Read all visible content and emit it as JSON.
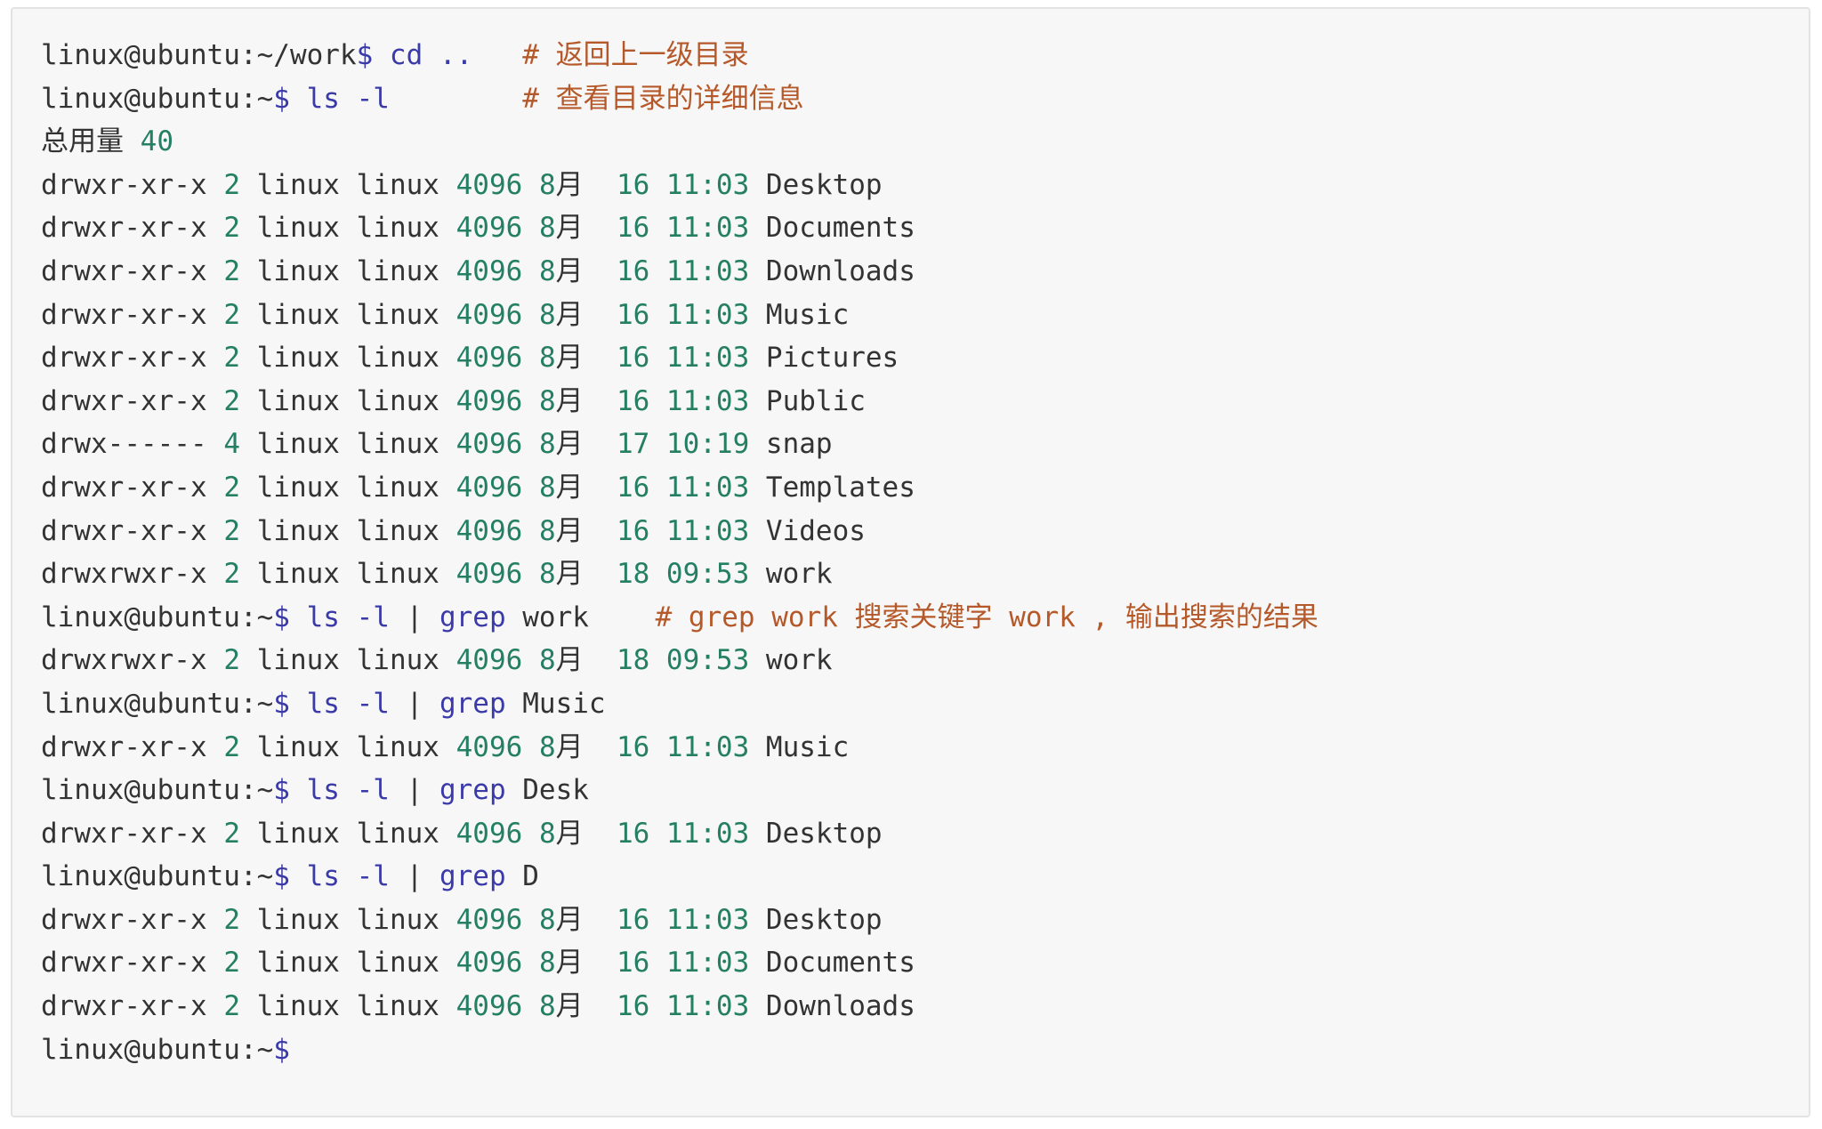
{
  "colors": {
    "background": "#f7f7f7",
    "border": "#e3e3e3",
    "text": "#333333",
    "command": "#3a3aa8",
    "number": "#247f63",
    "comment": "#b5592a"
  },
  "terminal": {
    "lines": [
      [
        {
          "t": "linux@ubuntu:~/work",
          "c": "prompt"
        },
        {
          "t": "$ cd ..",
          "c": "cmd"
        },
        {
          "t": "   ",
          "c": "plain"
        },
        {
          "t": "# 返回上一级目录",
          "c": "comment"
        }
      ],
      [
        {
          "t": "linux@ubuntu:~",
          "c": "prompt"
        },
        {
          "t": "$ ls -l",
          "c": "cmd"
        },
        {
          "t": "        ",
          "c": "plain"
        },
        {
          "t": "# 查看目录的详细信息",
          "c": "comment"
        }
      ],
      [
        {
          "t": "总用量 ",
          "c": "plain"
        },
        {
          "t": "40",
          "c": "num"
        }
      ],
      [
        {
          "t": "drwxr-xr-x ",
          "c": "plain"
        },
        {
          "t": "2",
          "c": "num"
        },
        {
          "t": " linux linux ",
          "c": "plain"
        },
        {
          "t": "4096 8",
          "c": "num"
        },
        {
          "t": "月  ",
          "c": "plain"
        },
        {
          "t": "16 11:03",
          "c": "num"
        },
        {
          "t": " Desktop",
          "c": "plain"
        }
      ],
      [
        {
          "t": "drwxr-xr-x ",
          "c": "plain"
        },
        {
          "t": "2",
          "c": "num"
        },
        {
          "t": " linux linux ",
          "c": "plain"
        },
        {
          "t": "4096 8",
          "c": "num"
        },
        {
          "t": "月  ",
          "c": "plain"
        },
        {
          "t": "16 11:03",
          "c": "num"
        },
        {
          "t": " Documents",
          "c": "plain"
        }
      ],
      [
        {
          "t": "drwxr-xr-x ",
          "c": "plain"
        },
        {
          "t": "2",
          "c": "num"
        },
        {
          "t": " linux linux ",
          "c": "plain"
        },
        {
          "t": "4096 8",
          "c": "num"
        },
        {
          "t": "月  ",
          "c": "plain"
        },
        {
          "t": "16 11:03",
          "c": "num"
        },
        {
          "t": " Downloads",
          "c": "plain"
        }
      ],
      [
        {
          "t": "drwxr-xr-x ",
          "c": "plain"
        },
        {
          "t": "2",
          "c": "num"
        },
        {
          "t": " linux linux ",
          "c": "plain"
        },
        {
          "t": "4096 8",
          "c": "num"
        },
        {
          "t": "月  ",
          "c": "plain"
        },
        {
          "t": "16 11:03",
          "c": "num"
        },
        {
          "t": " Music",
          "c": "plain"
        }
      ],
      [
        {
          "t": "drwxr-xr-x ",
          "c": "plain"
        },
        {
          "t": "2",
          "c": "num"
        },
        {
          "t": " linux linux ",
          "c": "plain"
        },
        {
          "t": "4096 8",
          "c": "num"
        },
        {
          "t": "月  ",
          "c": "plain"
        },
        {
          "t": "16 11:03",
          "c": "num"
        },
        {
          "t": " Pictures",
          "c": "plain"
        }
      ],
      [
        {
          "t": "drwxr-xr-x ",
          "c": "plain"
        },
        {
          "t": "2",
          "c": "num"
        },
        {
          "t": " linux linux ",
          "c": "plain"
        },
        {
          "t": "4096 8",
          "c": "num"
        },
        {
          "t": "月  ",
          "c": "plain"
        },
        {
          "t": "16 11:03",
          "c": "num"
        },
        {
          "t": " Public",
          "c": "plain"
        }
      ],
      [
        {
          "t": "drwx------ ",
          "c": "plain"
        },
        {
          "t": "4",
          "c": "num"
        },
        {
          "t": " linux linux ",
          "c": "plain"
        },
        {
          "t": "4096 8",
          "c": "num"
        },
        {
          "t": "月  ",
          "c": "plain"
        },
        {
          "t": "17 10:19",
          "c": "num"
        },
        {
          "t": " snap",
          "c": "plain"
        }
      ],
      [
        {
          "t": "drwxr-xr-x ",
          "c": "plain"
        },
        {
          "t": "2",
          "c": "num"
        },
        {
          "t": " linux linux ",
          "c": "plain"
        },
        {
          "t": "4096 8",
          "c": "num"
        },
        {
          "t": "月  ",
          "c": "plain"
        },
        {
          "t": "16 11:03",
          "c": "num"
        },
        {
          "t": " Templates",
          "c": "plain"
        }
      ],
      [
        {
          "t": "drwxr-xr-x ",
          "c": "plain"
        },
        {
          "t": "2",
          "c": "num"
        },
        {
          "t": " linux linux ",
          "c": "plain"
        },
        {
          "t": "4096 8",
          "c": "num"
        },
        {
          "t": "月  ",
          "c": "plain"
        },
        {
          "t": "16 11:03",
          "c": "num"
        },
        {
          "t": " Videos",
          "c": "plain"
        }
      ],
      [
        {
          "t": "drwxrwxr-x ",
          "c": "plain"
        },
        {
          "t": "2",
          "c": "num"
        },
        {
          "t": " linux linux ",
          "c": "plain"
        },
        {
          "t": "4096 8",
          "c": "num"
        },
        {
          "t": "月  ",
          "c": "plain"
        },
        {
          "t": "18 09:53",
          "c": "num"
        },
        {
          "t": " work",
          "c": "plain"
        }
      ],
      [
        {
          "t": "linux@ubuntu:~",
          "c": "prompt"
        },
        {
          "t": "$ ls -l",
          "c": "cmd"
        },
        {
          "t": " | ",
          "c": "plain"
        },
        {
          "t": "grep",
          "c": "cmd"
        },
        {
          "t": " work    ",
          "c": "plain"
        },
        {
          "t": "# grep work 搜索关键字 work , 输出搜索的结果",
          "c": "comment"
        }
      ],
      [
        {
          "t": "drwxrwxr-x ",
          "c": "plain"
        },
        {
          "t": "2",
          "c": "num"
        },
        {
          "t": " linux linux ",
          "c": "plain"
        },
        {
          "t": "4096 8",
          "c": "num"
        },
        {
          "t": "月  ",
          "c": "plain"
        },
        {
          "t": "18 09:53",
          "c": "num"
        },
        {
          "t": " work",
          "c": "plain"
        }
      ],
      [
        {
          "t": "linux@ubuntu:~",
          "c": "prompt"
        },
        {
          "t": "$ ls -l",
          "c": "cmd"
        },
        {
          "t": " | ",
          "c": "plain"
        },
        {
          "t": "grep",
          "c": "cmd"
        },
        {
          "t": " Music",
          "c": "plain"
        }
      ],
      [
        {
          "t": "drwxr-xr-x ",
          "c": "plain"
        },
        {
          "t": "2",
          "c": "num"
        },
        {
          "t": " linux linux ",
          "c": "plain"
        },
        {
          "t": "4096 8",
          "c": "num"
        },
        {
          "t": "月  ",
          "c": "plain"
        },
        {
          "t": "16 11:03",
          "c": "num"
        },
        {
          "t": " Music",
          "c": "plain"
        }
      ],
      [
        {
          "t": "linux@ubuntu:~",
          "c": "prompt"
        },
        {
          "t": "$ ls -l",
          "c": "cmd"
        },
        {
          "t": " | ",
          "c": "plain"
        },
        {
          "t": "grep",
          "c": "cmd"
        },
        {
          "t": " Desk",
          "c": "plain"
        }
      ],
      [
        {
          "t": "drwxr-xr-x ",
          "c": "plain"
        },
        {
          "t": "2",
          "c": "num"
        },
        {
          "t": " linux linux ",
          "c": "plain"
        },
        {
          "t": "4096 8",
          "c": "num"
        },
        {
          "t": "月  ",
          "c": "plain"
        },
        {
          "t": "16 11:03",
          "c": "num"
        },
        {
          "t": " Desktop",
          "c": "plain"
        }
      ],
      [
        {
          "t": "linux@ubuntu:~",
          "c": "prompt"
        },
        {
          "t": "$ ls -l",
          "c": "cmd"
        },
        {
          "t": " | ",
          "c": "plain"
        },
        {
          "t": "grep",
          "c": "cmd"
        },
        {
          "t": " D",
          "c": "plain"
        }
      ],
      [
        {
          "t": "drwxr-xr-x ",
          "c": "plain"
        },
        {
          "t": "2",
          "c": "num"
        },
        {
          "t": " linux linux ",
          "c": "plain"
        },
        {
          "t": "4096 8",
          "c": "num"
        },
        {
          "t": "月  ",
          "c": "plain"
        },
        {
          "t": "16 11:03",
          "c": "num"
        },
        {
          "t": " Desktop",
          "c": "plain"
        }
      ],
      [
        {
          "t": "drwxr-xr-x ",
          "c": "plain"
        },
        {
          "t": "2",
          "c": "num"
        },
        {
          "t": " linux linux ",
          "c": "plain"
        },
        {
          "t": "4096 8",
          "c": "num"
        },
        {
          "t": "月  ",
          "c": "plain"
        },
        {
          "t": "16 11:03",
          "c": "num"
        },
        {
          "t": " Documents",
          "c": "plain"
        }
      ],
      [
        {
          "t": "drwxr-xr-x ",
          "c": "plain"
        },
        {
          "t": "2",
          "c": "num"
        },
        {
          "t": " linux linux ",
          "c": "plain"
        },
        {
          "t": "4096 8",
          "c": "num"
        },
        {
          "t": "月  ",
          "c": "plain"
        },
        {
          "t": "16 11:03",
          "c": "num"
        },
        {
          "t": " Downloads",
          "c": "plain"
        }
      ],
      [
        {
          "t": "linux@ubuntu:~",
          "c": "prompt"
        },
        {
          "t": "$",
          "c": "cmd"
        }
      ]
    ]
  }
}
